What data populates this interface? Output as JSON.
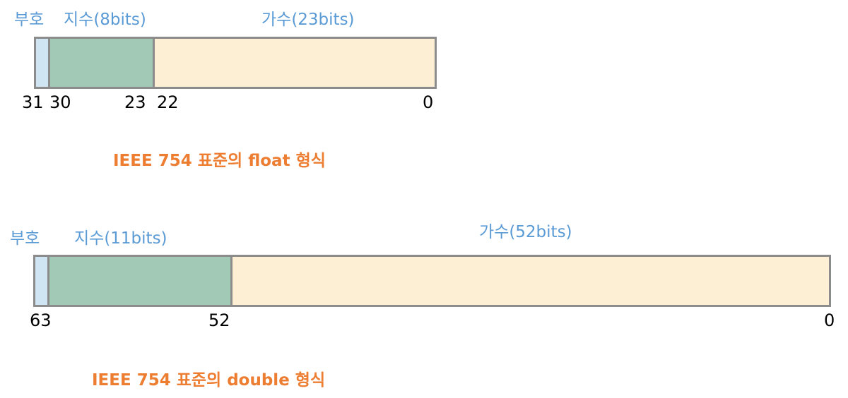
{
  "float": {
    "sign_label": "부호",
    "exponent_label": "지수(8bits)",
    "mantissa_label": "가수(23bits)",
    "bit_numbers": [
      "31",
      "30",
      "23",
      "22",
      "0"
    ],
    "title": "IEEE 754 표준의 float 형식"
  },
  "double": {
    "sign_label": "부호",
    "exponent_label": "지수(11bits)",
    "mantissa_label": "가수(52bits)",
    "bit_numbers": [
      "63",
      "52",
      "0"
    ],
    "title": "IEEE 754 표준의 double 형식"
  },
  "colors": {
    "sign": "#cfe5f3",
    "exponent": "#a2c9b6",
    "mantissa": "#fcefd4",
    "label": "#5b9bd5",
    "title": "#ed7d31"
  }
}
